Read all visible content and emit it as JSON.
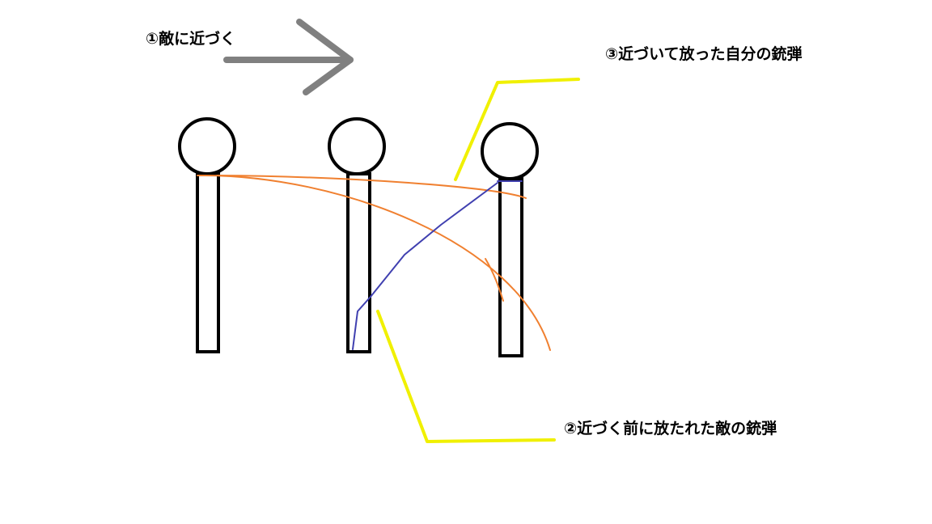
{
  "labels": {
    "approach": "①敵に近づく",
    "own_bullet": "③近づいて放った自分の銃弾",
    "enemy_bullet": "②近づく前に放たれた敵の銃弾"
  },
  "colors": {
    "background": "#ffffff",
    "figure_outline": "#000000",
    "arrow": "#808080",
    "enemy_bullet_path": "#f08030",
    "own_bullet_path": "#4040b0",
    "callout_line": "#f0f000"
  }
}
